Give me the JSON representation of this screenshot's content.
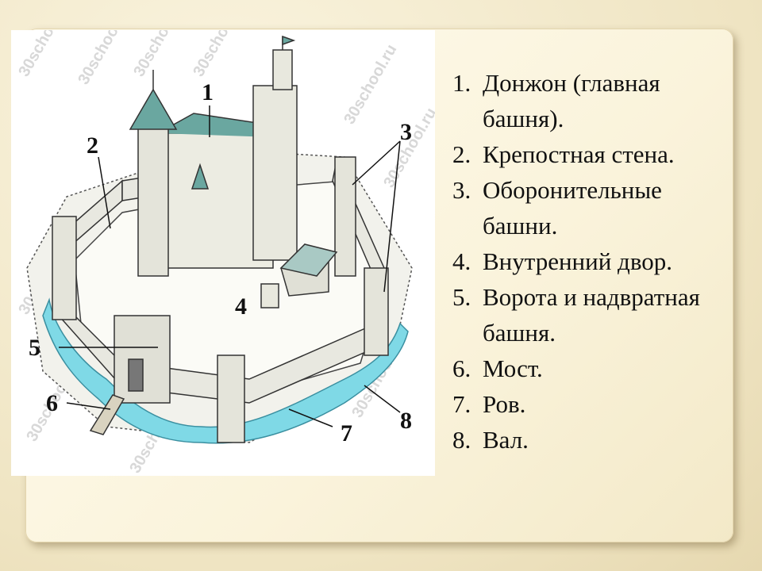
{
  "watermark": "30school.ru",
  "callouts": [
    "1",
    "2",
    "3",
    "4",
    "5",
    "6",
    "7",
    "8"
  ],
  "legend": [
    {
      "num": "1.",
      "text": "Донжон (главная башня)."
    },
    {
      "num": "2.",
      "text": "Крепостная стена."
    },
    {
      "num": "3.",
      "text": "Оборонительные башни."
    },
    {
      "num": "4.",
      "text": "Внутренний двор."
    },
    {
      "num": "5.",
      "text": "Ворота и надвратная башня."
    },
    {
      "num": "6.",
      "text": "Мост."
    },
    {
      "num": "7.",
      "text": "Ров."
    },
    {
      "num": "8.",
      "text": "Вал."
    }
  ],
  "colors": {
    "moat": "#7fd9e6",
    "tower_roof": "#6aa7a0",
    "stone": "#e8e8e0",
    "outline": "#333333"
  }
}
